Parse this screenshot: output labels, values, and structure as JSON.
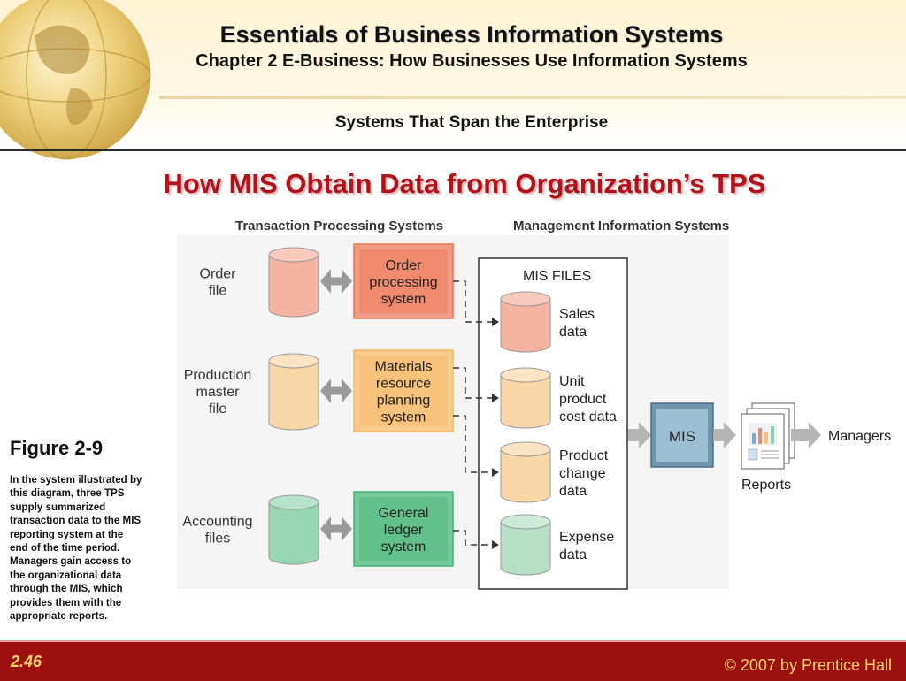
{
  "header": {
    "title": "Essentials of Business Information Systems",
    "subtitle": "Chapter 2 E-Business: How Businesses Use Information Systems",
    "section": "Systems That Span the Enterprise"
  },
  "slide": {
    "title": "How MIS Obtain Data from Organization’s TPS"
  },
  "diagram": {
    "tps_heading": "Transaction Processing Systems",
    "mis_heading": "Management Information Systems",
    "mis_files_label": "MIS FILES",
    "rows": [
      {
        "file": [
          "Order",
          "file"
        ],
        "system": [
          "Order",
          "processing",
          "system"
        ],
        "color": "#ef8a6e"
      },
      {
        "file": [
          "Production",
          "master",
          "file"
        ],
        "system": [
          "Materials",
          "resource",
          "planning",
          "system"
        ],
        "color": "#f6c27a"
      },
      {
        "file": [
          "Accounting",
          "files"
        ],
        "system": [
          "General",
          "ledger",
          "system"
        ],
        "color": "#5fc08a"
      }
    ],
    "mis_files": [
      {
        "lines": [
          "Sales",
          "data"
        ],
        "color": "#ef8a6e"
      },
      {
        "lines": [
          "Unit",
          "product",
          "cost data"
        ],
        "color": "#f6c27a"
      },
      {
        "lines": [
          "Product",
          "change",
          "data"
        ],
        "color": "#f6c27a"
      },
      {
        "lines": [
          "Expense",
          "data"
        ],
        "color": "#8fd0a8"
      }
    ],
    "mis_box": "MIS",
    "reports_label": "Reports",
    "managers_label": "Managers"
  },
  "figure": {
    "title": "Figure 2-9",
    "caption": "In the system illustrated by this diagram, three TPS supply summarized transaction data to the MIS reporting system at the end of the time period. Managers gain access to the organizational data through the MIS, which provides them with the appropriate reports."
  },
  "footer": {
    "slide_number": "2.46",
    "copyright": "© 2007 by Prentice Hall"
  },
  "colors": {
    "title_red": "#b3121b",
    "footer_bg": "#9c1010",
    "footer_text": "#ffd36a",
    "mis_box": "#8fb3c8"
  }
}
